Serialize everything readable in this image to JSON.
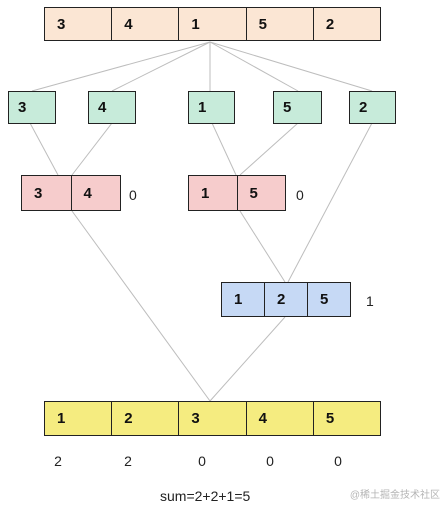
{
  "colors": {
    "peach": "#fbe6d4",
    "green": "#c7ebda",
    "red": "#f6cccc",
    "blue": "#c6d9f5",
    "yellow": "#f5ec80",
    "line": "#bdbdbd"
  },
  "top_array": [
    "3",
    "4",
    "1",
    "5",
    "2"
  ],
  "singles": [
    "3",
    "4",
    "1",
    "5",
    "2"
  ],
  "merge_left": {
    "cells": [
      "3",
      "4"
    ],
    "count": "0"
  },
  "merge_right": {
    "cells": [
      "1",
      "5"
    ],
    "count": "0"
  },
  "merge_blue": {
    "cells": [
      "1",
      "2",
      "5"
    ],
    "count": "1"
  },
  "final_array": [
    "1",
    "2",
    "3",
    "4",
    "5"
  ],
  "final_counts": [
    "2",
    "2",
    "0",
    "0",
    "0"
  ],
  "sum_text": "sum=2+2+1=5",
  "watermark": "@稀土掘金技术社区"
}
